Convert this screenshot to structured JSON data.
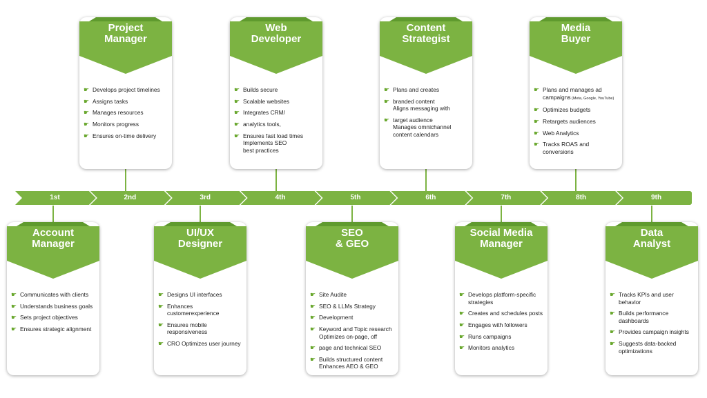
{
  "colors": {
    "accent": "#7cb342",
    "accent_dark": "#5f9a2e",
    "text": "#222222"
  },
  "bullet_icon": "pointing-hand-icon",
  "bullet_glyph": "☛",
  "timeline": [
    "1st",
    "2nd",
    "3rd",
    "4th",
    "5th",
    "6th",
    "7th",
    "8th",
    "9th"
  ],
  "roles": [
    {
      "id": "account-manager",
      "title_lines": [
        "Account",
        "Manager"
      ],
      "step": 1,
      "position": "bottom",
      "items": [
        "Communicates with clients",
        "Understands business goals",
        "Sets project objectives",
        "Ensures strategic alignment"
      ]
    },
    {
      "id": "project-manager",
      "title_lines": [
        "Project",
        "Manager"
      ],
      "step": 2,
      "position": "top",
      "items": [
        "Develops project timelines",
        "Assigns tasks",
        "Manages resources",
        "Monitors progress",
        "Ensures on-time delivery"
      ]
    },
    {
      "id": "ui-ux-designer",
      "title_lines": [
        "UI/UX",
        "Designer"
      ],
      "step": 3,
      "position": "bottom",
      "items": [
        "Designs UI interfaces",
        "Enhances customerexperience",
        "Ensures mobile responsiveness",
        "CRO Optimizes user journey"
      ]
    },
    {
      "id": "web-developer",
      "title_lines": [
        "Web",
        "Developer"
      ],
      "step": 4,
      "position": "top",
      "items": [
        "Builds secure",
        "Scalable websites",
        "Integrates CRM/",
        "analytics tools,",
        "Ensures fast load times\nImplements SEO\nbest practices"
      ]
    },
    {
      "id": "seo-geo",
      "title_lines": [
        "SEO",
        "& GEO"
      ],
      "step": 5,
      "position": "bottom",
      "items": [
        "Site Audite",
        "SEO & LLMs Strategy",
        "Development",
        "Keyword and Topic research\nOptimizes on-page, off",
        "page and technical SEO",
        "Builds structured content\nEnhances AEO & GEO"
      ]
    },
    {
      "id": "content-strategist",
      "title_lines": [
        "Content",
        "Strategist"
      ],
      "step": 6,
      "position": "top",
      "items": [
        "Plans and creates",
        "branded content\nAligns messaging with",
        "target audience\nManages omnichannel\ncontent calendars"
      ]
    },
    {
      "id": "social-media-manager",
      "title_lines": [
        "Social Media",
        "Manager"
      ],
      "step": 7,
      "position": "bottom",
      "items": [
        "Develops platform-specific\nstrategies",
        "Creates and schedules posts",
        "Engages with followers",
        "Runs campaigns",
        "Monitors analytics"
      ]
    },
    {
      "id": "media-buyer",
      "title_lines": [
        "Media",
        "Buyer"
      ],
      "step": 8,
      "position": "top",
      "items": [
        "Plans and manages ad\ncampaigns",
        "Optimizes budgets",
        "Retargets audiences",
        "Web Analytics",
        "Tracks ROAS and conversions"
      ],
      "sub_note": "(Meta, Google, YouTube)"
    },
    {
      "id": "data-analyst",
      "title_lines": [
        "Data",
        "Analyst"
      ],
      "step": 9,
      "position": "bottom",
      "items": [
        "Tracks KPIs and user behavior",
        "Builds performance dashboards",
        "Provides campaign insights",
        "Suggests data-backed\noptimizations"
      ]
    }
  ]
}
